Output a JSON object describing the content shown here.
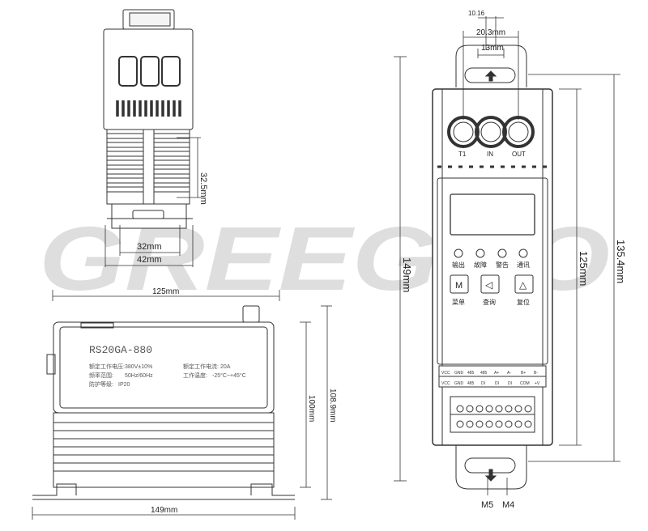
{
  "watermark": {
    "text": "GREEGOO",
    "color": "#d0d0d0",
    "accent": "#e03131"
  },
  "top_view": {
    "height_label": "32.5mm",
    "width_inner_label": "32mm",
    "width_outer_label": "42mm",
    "length_label": "125mm"
  },
  "side_view": {
    "model": "RS20GA-880",
    "specs": [
      {
        "label": "额定工作电压:",
        "value": "380V±10%"
      },
      {
        "label": "额定工作电流:",
        "value": "20A"
      },
      {
        "label": "频率范围:",
        "value": "50Hz/60Hz"
      },
      {
        "label": "工作温度:",
        "value": "-25°C~+45°C"
      },
      {
        "label": "防护等级:",
        "value": "IP20"
      }
    ],
    "height_inner_label": "100mm",
    "height_outer_label": "108.9mm",
    "width_label": "149mm"
  },
  "front_view": {
    "dim_top_small": "10.16",
    "dim_mid": "20.3mm",
    "dim_inner": "13mm",
    "height_total": "149mm",
    "height_body": "125mm",
    "height_mount": "135.4mm",
    "ports": [
      "T1",
      "IN",
      "OUT"
    ],
    "indicators": [
      "输出",
      "故障",
      "警告",
      "通讯"
    ],
    "buttons": [
      {
        "symbol": "M",
        "label": "菜单"
      },
      {
        "symbol": "◁",
        "label": "查询"
      },
      {
        "symbol": "△",
        "label": "复位"
      }
    ],
    "terminal_row1": [
      "VCC",
      "GND",
      "485",
      "485",
      "A+",
      "A-",
      "B+",
      "B-"
    ],
    "terminal_row2": [
      "VCC",
      "GND",
      "485",
      "DI",
      "DI",
      "DI",
      "COM",
      "+V"
    ],
    "screw_labels": [
      "M5",
      "M4"
    ]
  }
}
